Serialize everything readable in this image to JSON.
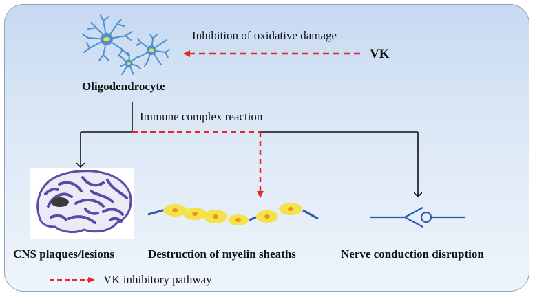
{
  "diagram": {
    "inhibition_label": "Inhibition of oxidative damage",
    "vk_label": "VK",
    "oligodendrocyte_label": "Oligodendrocyte",
    "immune_label": "Immune complex reaction",
    "cns_label": "CNS plaques/lesions",
    "myelin_label": "Destruction of myelin sheaths",
    "nerve_label": "Nerve conduction disruption",
    "legend_label": "VK inhibitory pathway"
  },
  "colors": {
    "inhibitory": "#e8262a",
    "arrow": "#111111",
    "cell": "#4d8fd1",
    "brain": "#5b4aa6",
    "myelin": "#f3e24a",
    "myelin_core": "#f0901e",
    "nerve": "#2a5aa8"
  }
}
